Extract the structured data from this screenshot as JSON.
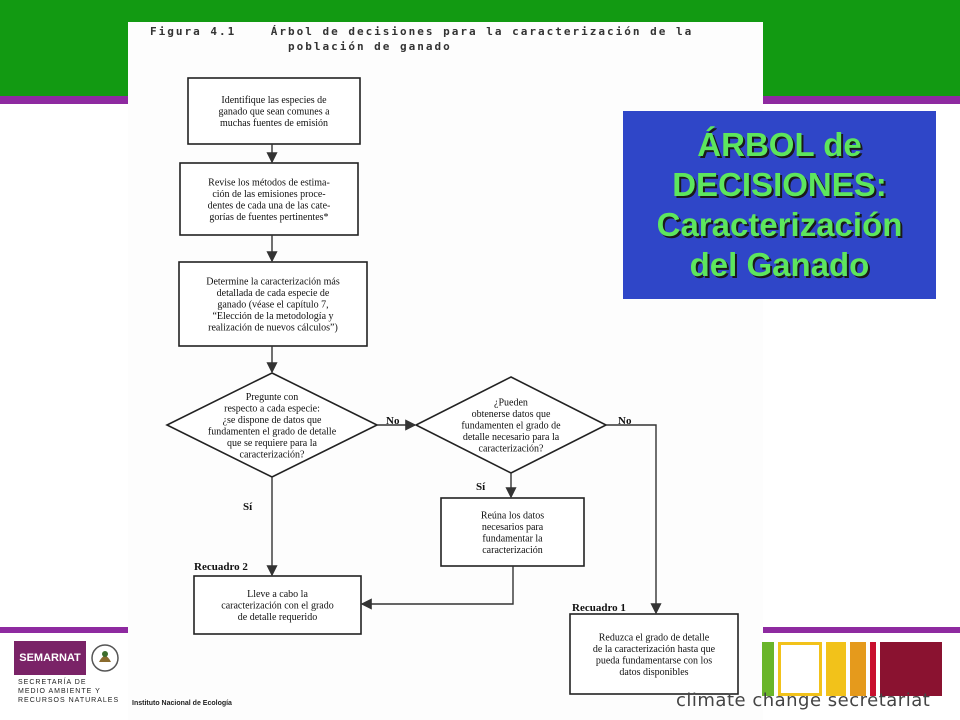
{
  "colors": {
    "green": "#129a12",
    "purple": "#8e2aa0",
    "title_bg": "#2f46c8",
    "title_text": "#5de65d",
    "semarnat": "#7a2367",
    "ccs_green": "#6ab52a",
    "ccs_yellow": "#f2c21a",
    "ccs_orange": "#e59a1c",
    "ccs_red": "#c8102e",
    "ccs_maroon": "#8a1230"
  },
  "figure": {
    "caption": "Figura 4.1    Árbol de decisiones para la caracterización de la\n                población de ganado",
    "boxes": [
      [
        "Identifique las especies de",
        "ganado que sean comunes a",
        "muchas fuentes de emisión"
      ],
      [
        "Revise los métodos de estima-",
        "ción de las emisiones proce-",
        "dentes de cada una de las cate-",
        "gorías de fuentes pertinentes*"
      ],
      [
        "Determine la caracterización más",
        "detallada de cada especie de",
        "ganado (véase el capítulo 7,",
        "“Elección de la metodología y",
        "realización de nuevos cálculos”)"
      ],
      [
        "Reúna los datos",
        "necesarios para",
        "fundamentar la",
        "caracterización"
      ],
      [
        "Lleve a cabo la",
        "caracterización con el grado",
        "de detalle requerido"
      ],
      [
        "Reduzca el grado de detalle",
        "de la caracterización hasta que",
        "pueda fundamentarse con los",
        "datos disponibles"
      ]
    ],
    "diamonds": [
      [
        "Pregunte con",
        "respecto a cada especie:",
        "¿se dispone de datos que",
        "fundamenten el grado de detalle",
        "que se requiere para la",
        "caracterización?"
      ],
      [
        "¿Pueden",
        "obtenerse datos que",
        "fundamenten el grado de",
        "detalle necesario para la",
        "caracterización?"
      ]
    ],
    "labels": {
      "no1": "No",
      "no2": "No",
      "si1": "Sí",
      "si2": "Sí",
      "recuadro2": "Recuadro 2",
      "recuadro1": "Recuadro 1"
    }
  },
  "title_panel": {
    "lines": [
      "ÁRBOL de",
      "DECISIONES:",
      "Caracterización",
      "del Ganado"
    ]
  },
  "logos": {
    "semarnat": "SEMARNAT",
    "semarnat_sub": "SECRETARÍA DE\nMEDIO AMBIENTE Y\nRECURSOS NATURALES",
    "ine": "Instituto Nacional de Ecología",
    "ccs": "climate change secretariat"
  }
}
